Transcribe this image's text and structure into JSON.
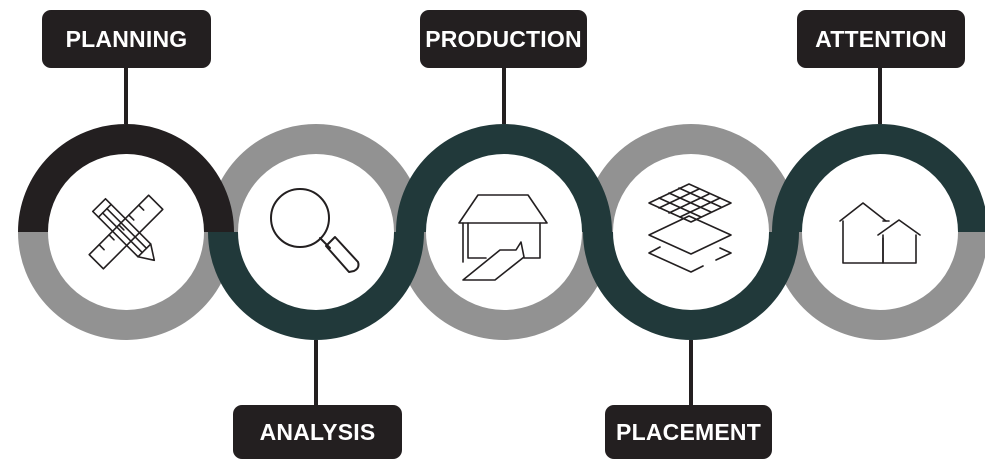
{
  "stages": [
    {
      "label": "PLANNING",
      "icon": "pencil-ruler-icon",
      "label_position": "top"
    },
    {
      "label": "ANALYSIS",
      "icon": "magnifier-icon",
      "label_position": "bottom"
    },
    {
      "label": "PRODUCTION",
      "icon": "house-blueprint-icon",
      "label_position": "top"
    },
    {
      "label": "PLACEMENT",
      "icon": "layers-grid-icon",
      "label_position": "bottom"
    },
    {
      "label": "ATTENTION",
      "icon": "houses-icon",
      "label_position": "top"
    }
  ],
  "colors": {
    "dark": "#231f20",
    "teal": "#21393a",
    "gray": "#929292",
    "white": "#ffffff"
  }
}
